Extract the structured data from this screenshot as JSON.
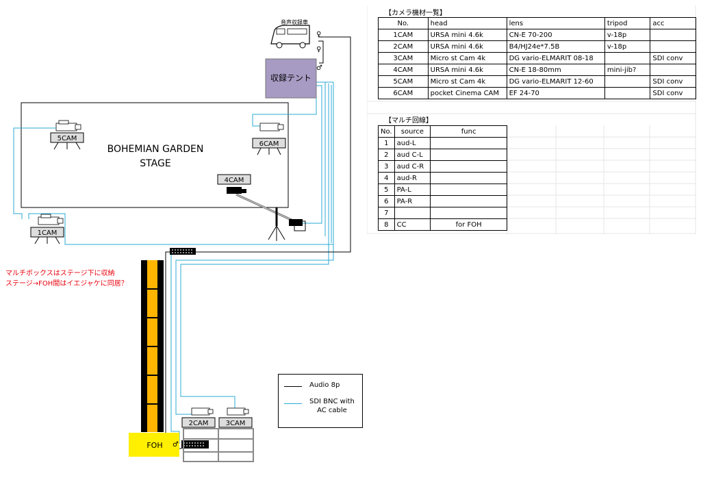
{
  "camera_table": {
    "title": "【カメラ機材一覧】",
    "headers": [
      "No.",
      "head",
      "lens",
      "tripod",
      "acc"
    ],
    "rows": [
      [
        "1CAM",
        "URSA mini 4.6k",
        "CN-E 70-200",
        "v-18p",
        ""
      ],
      [
        "2CAM",
        "URSA mini 4.6k",
        "B4/HJ24e*7.5B",
        "v-18p",
        ""
      ],
      [
        "3CAM",
        "Micro st Cam 4k",
        "DG vario-ELMARIT 08-18",
        "",
        "SDI conv"
      ],
      [
        "4CAM",
        "URSA mini 4.6k",
        "CN-E 18-80mm",
        "mini-jib?",
        ""
      ],
      [
        "5CAM",
        "Micro st Cam 4k",
        "DG vario-ELMARIT 12-60",
        "",
        "SDI conv"
      ],
      [
        "6CAM",
        "pocket Cinema CAM",
        "EF 24-70",
        "",
        "SDI conv"
      ]
    ]
  },
  "multi_table": {
    "title": "【マルチ回線】",
    "headers": [
      "No.",
      "source",
      "func"
    ],
    "rows": [
      [
        "1",
        "aud-L",
        ""
      ],
      [
        "2",
        "aud C-L",
        ""
      ],
      [
        "3",
        "aud C-R",
        ""
      ],
      [
        "4",
        "aud-R",
        ""
      ],
      [
        "5",
        "PA-L",
        ""
      ],
      [
        "6",
        "PA-R",
        ""
      ],
      [
        "7",
        "",
        ""
      ],
      [
        "8",
        "CC",
        "for FOH"
      ]
    ]
  },
  "diagram": {
    "stage_label_1": "BOHEMIAN GARDEN",
    "stage_label_2": "STAGE",
    "van_label": "音声収録車",
    "tent_label": "収録テント",
    "foh_label": "FOH",
    "cams": {
      "cam1": "1CAM",
      "cam2": "2CAM",
      "cam3": "3CAM",
      "cam4": "4CAM",
      "cam5": "5CAM",
      "cam6": "6CAM"
    }
  },
  "note": {
    "line1": "マルチボックスはステージ下に収納",
    "line2": "ステージ→FOH間はイエジャケに同居？"
  },
  "legend": {
    "audio": "Audio 8p",
    "sdi_1": "SDI BNC with",
    "sdi_2": "AC cable"
  },
  "colors": {
    "sdi": "#2aa9d6",
    "audio": "#000000",
    "tent": "#a79bc3",
    "foh": "#ffef00",
    "cable_protector": "#ffb400",
    "note": "#e8000b"
  }
}
